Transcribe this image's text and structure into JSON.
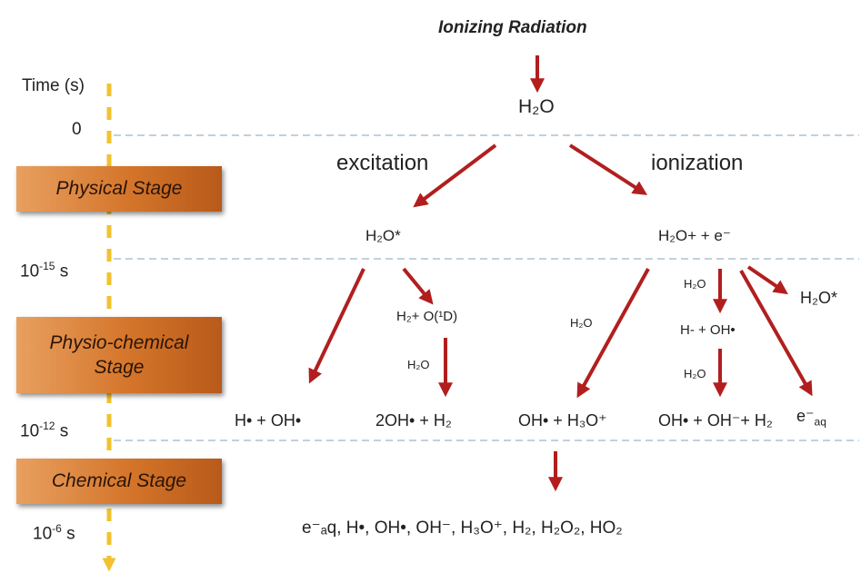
{
  "title": "Ionizing Radiation",
  "time": {
    "label": "Time (s)",
    "t0": "0",
    "t15_base": "10",
    "t15_exp": "-15",
    "t15_unit": " s",
    "t12_base": "10",
    "t12_exp": "-12",
    "t12_unit": " s",
    "t6_base": "10",
    "t6_exp": "-6",
    "t6_unit": " s"
  },
  "stages": {
    "physical": "Physical Stage",
    "physio_line1": "Physio-chemical",
    "physio_line2": "Stage",
    "chemical": "Chemical Stage"
  },
  "labels": {
    "excitation": "excitation",
    "ionization": "ionization"
  },
  "arrow_labels": {
    "water": "H₂O"
  },
  "species": {
    "water": "H₂O",
    "excited_water": "H₂O*",
    "ion_pair": "H₂O+ + e⁻",
    "excited_water_right": "H₂O*",
    "h2_o1d": "H₂+ O(¹D)",
    "h_minus_oh": "H- + OH•",
    "h_oh": "H• + OH•",
    "two_oh_h2": "2OH• + H₂",
    "oh_h3o": "OH• + H₃O⁺",
    "oh_ohminus_h2": "OH• + OH⁻+ H₂",
    "e_aq": "e⁻",
    "aq_sub": "aq"
  },
  "products": "e⁻ₐq, H•, OH•, OH⁻, H₃O⁺, H₂, H₂O₂, HO₂",
  "colors": {
    "arrow": "#b21e1e",
    "timeline": "#f2c22e",
    "dashed": "#9fb3c8"
  }
}
